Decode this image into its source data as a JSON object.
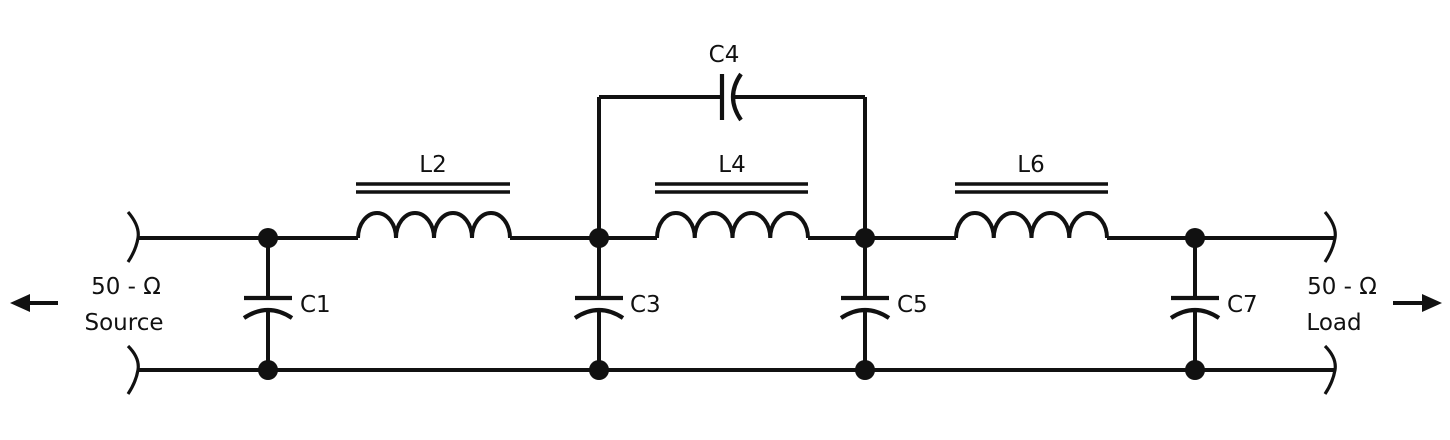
{
  "diagram": {
    "source": {
      "line1": "50 - Ω",
      "line2": "Source"
    },
    "load": {
      "line1": "50 - Ω",
      "line2": "Load"
    },
    "inductors": {
      "l2": "L2",
      "l4": "L4",
      "l6": "L6"
    },
    "capacitors": {
      "c1": "C1",
      "c3": "C3",
      "c4": "C4",
      "c5": "C5",
      "c7": "C7"
    }
  }
}
